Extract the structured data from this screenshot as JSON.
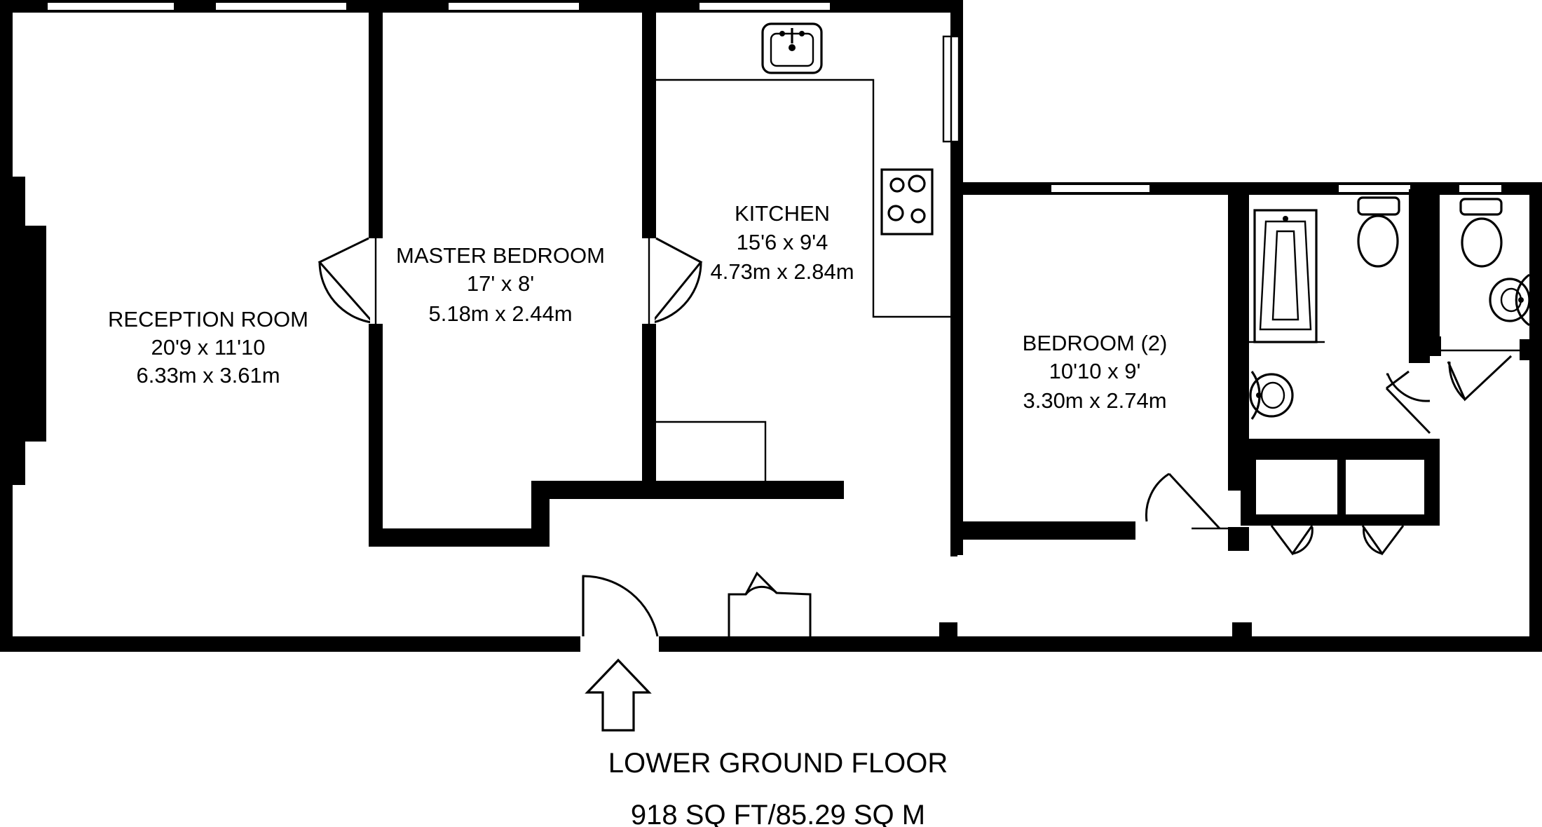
{
  "rooms": {
    "reception": {
      "name": "RECEPTION ROOM",
      "imperial": "20'9 x 11'10",
      "metric": "6.33m x 3.61m"
    },
    "master_bedroom": {
      "name": "MASTER BEDROOM",
      "imperial": "17' x 8'",
      "metric": "5.18m x 2.44m"
    },
    "kitchen": {
      "name": "KITCHEN",
      "imperial": "15'6 x 9'4",
      "metric": "4.73m x 2.84m"
    },
    "bedroom2": {
      "name": "BEDROOM (2)",
      "imperial": "10'10 x 9'",
      "metric": "3.30m x 2.74m"
    }
  },
  "floor": {
    "name": "LOWER GROUND FLOOR",
    "area": "918 SQ FT/85.29 SQ M"
  },
  "colors": {
    "wall": "#000000",
    "background": "#ffffff"
  },
  "icons": [
    "sink-icon",
    "hob-icon",
    "bath-icon",
    "toilet-icon",
    "basin-icon",
    "entrance-arrow-icon"
  ]
}
